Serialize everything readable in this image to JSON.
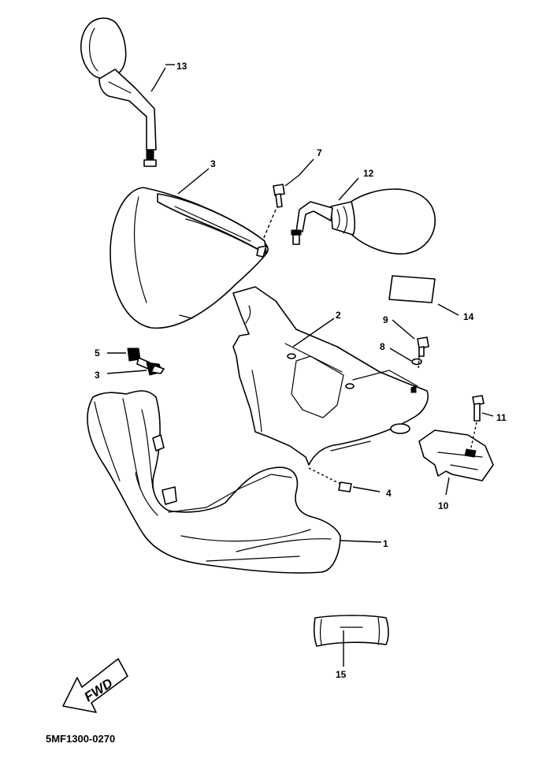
{
  "diagram": {
    "drawing_code": "5MF1300-0270",
    "direction_label": "FWD",
    "callouts": [
      {
        "id": "c1",
        "number": "1"
      },
      {
        "id": "c2",
        "number": "2"
      },
      {
        "id": "c3",
        "number": "3"
      },
      {
        "id": "c3b",
        "number": "3"
      },
      {
        "id": "c4",
        "number": "4"
      },
      {
        "id": "c5",
        "number": "5"
      },
      {
        "id": "c7",
        "number": "7"
      },
      {
        "id": "c8",
        "number": "8"
      },
      {
        "id": "c9",
        "number": "9"
      },
      {
        "id": "c10",
        "number": "10"
      },
      {
        "id": "c11",
        "number": "11"
      },
      {
        "id": "c12",
        "number": "12"
      },
      {
        "id": "c13",
        "number": "13"
      },
      {
        "id": "c14",
        "number": "14"
      },
      {
        "id": "c15",
        "number": "15"
      }
    ]
  }
}
